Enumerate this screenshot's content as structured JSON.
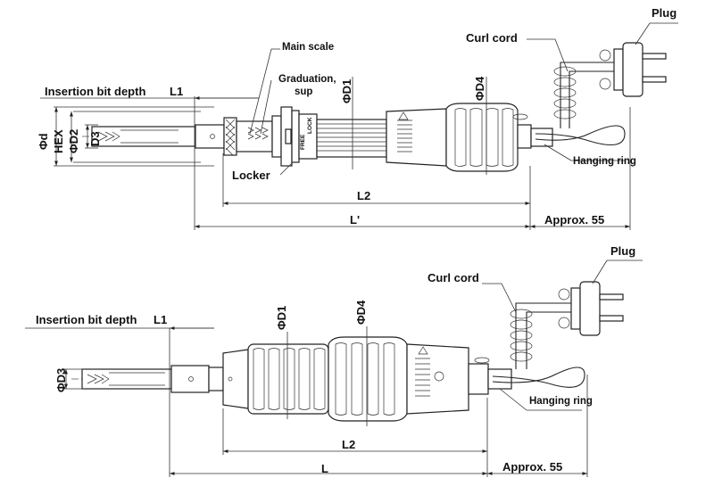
{
  "top_drawing": {
    "insertion_bit_depth": "Insertion bit depth",
    "L1": "L1",
    "main_scale": "Main scale",
    "graduation_sup": [
      "Graduation,",
      "sup"
    ],
    "locker": "Locker",
    "phi_d": "Φd",
    "hex": "HEX",
    "phi_D2": "ΦD2",
    "D3": "D3",
    "phi_D1": "ΦD1",
    "phi_D4": "ΦD4",
    "curl_cord": "Curl cord",
    "plug": "Plug",
    "hanging_ring": "Hanging ring",
    "L2": "L2",
    "L_prime": "L'",
    "approx": "Approx. 55",
    "free": "FREE",
    "lock": "LOCK"
  },
  "bottom_drawing": {
    "insertion_bit_depth": "Insertion bit depth",
    "L1": "L1",
    "phi_D3": "ΦD3",
    "phi_D1": "ΦD1",
    "phi_D4": "ΦD4",
    "curl_cord": "Curl cord",
    "plug": "Plug",
    "hanging_ring": "Hanging ring",
    "L2": "L2",
    "L": "L",
    "approx": "Approx. 55"
  }
}
